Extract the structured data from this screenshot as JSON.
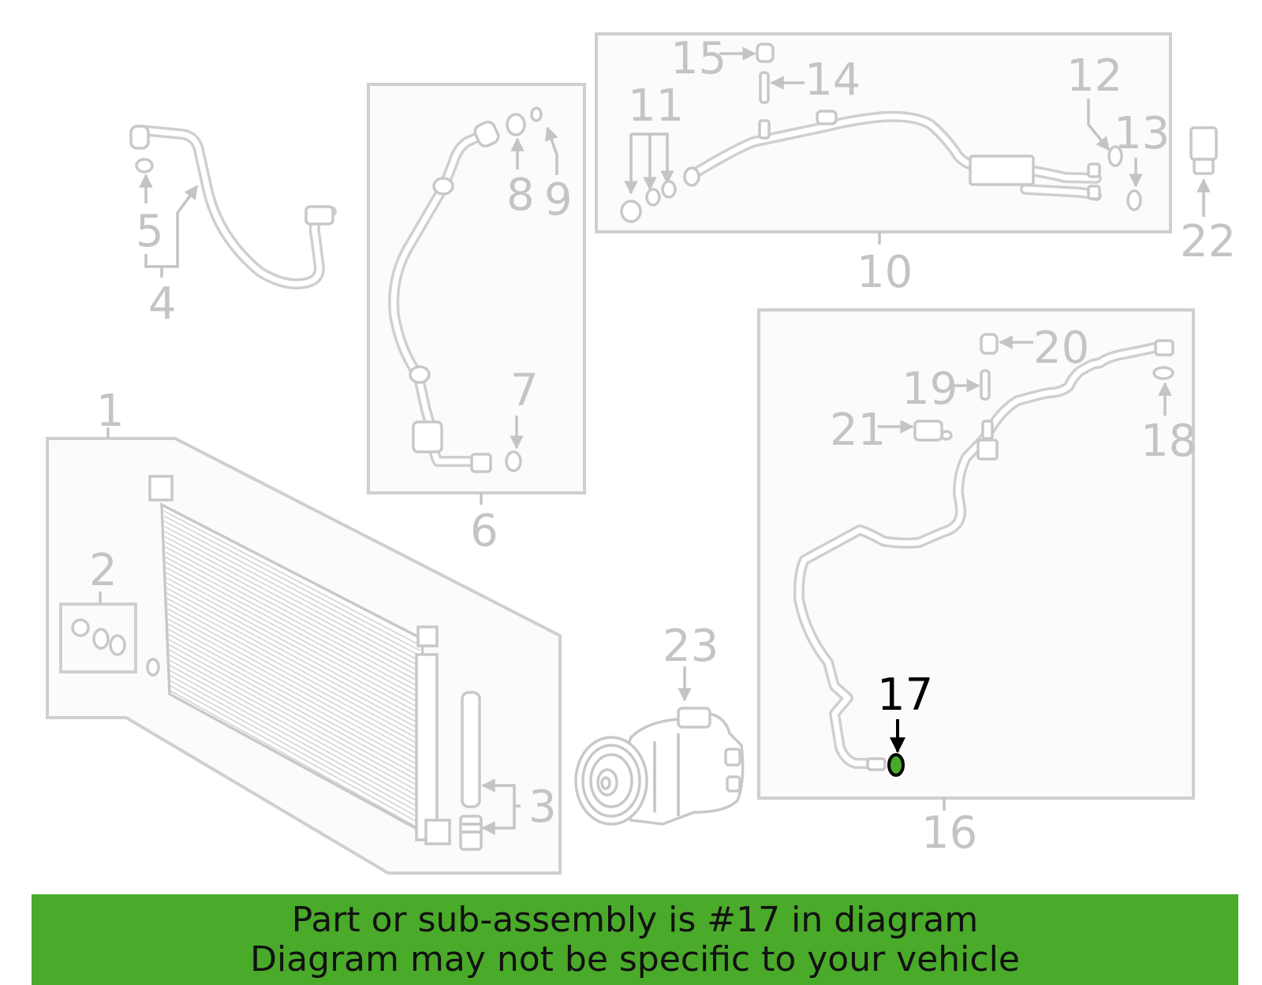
{
  "callouts": {
    "c1": "1",
    "c2": "2",
    "c3": "3",
    "c4": "4",
    "c5": "5",
    "c6": "6",
    "c7": "7",
    "c8": "8",
    "c9": "9",
    "c10": "10",
    "c11": "11",
    "c12": "12",
    "c13": "13",
    "c14": "14",
    "c15": "15",
    "c16": "16",
    "c17": "17",
    "c18": "18",
    "c19": "19",
    "c20": "20",
    "c21": "21",
    "c22": "22",
    "c23": "23"
  },
  "highlighted_part": "17",
  "banner": {
    "line1": "Part or sub-assembly is #17 in diagram",
    "line2": "Diagram may not be specific to your vehicle"
  },
  "colors": {
    "banner_bg": "#4aaa2a",
    "highlight_part": "#4aaa2a",
    "diagram_gray": "#c4c4c4"
  }
}
